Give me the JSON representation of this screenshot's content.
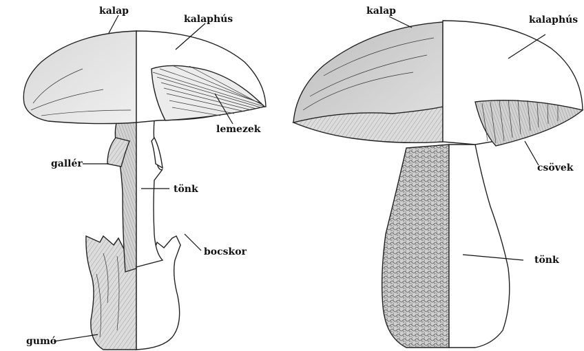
{
  "left_figure": {
    "labels": {
      "kalap": "kalap",
      "kalaphus": "kalaphús",
      "lemezek": "lemezek",
      "galler": "gallér",
      "tonk": "tönk",
      "bocskor": "bocskor",
      "gumo": "gumó"
    }
  },
  "right_figure": {
    "labels": {
      "kalap": "kalap",
      "kalaphus": "kalaphús",
      "csovek": "csövek",
      "tonk": "tönk"
    }
  },
  "colors": {
    "ink": "#111111",
    "shade_light": "#e4e4e4",
    "shade_mid": "#c8c8c8",
    "shade_dark": "#9a9a9a",
    "flesh": "#ffffff"
  }
}
